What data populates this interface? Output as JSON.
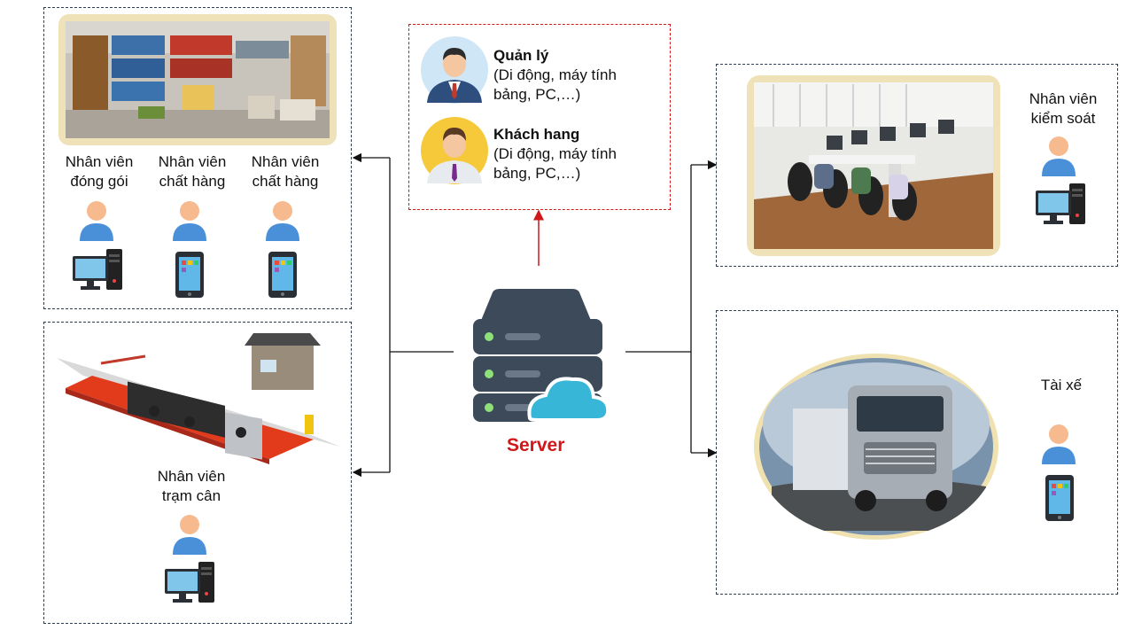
{
  "colors": {
    "server_label": "#d0181b",
    "manager_link": "#d0181b",
    "box_border": "#2f3d55",
    "person_head": "#f7b98e",
    "person_body": "#4a90d9",
    "server_body": "#3d4a5a",
    "cloud": "#37b6d8"
  },
  "server": {
    "label": "Server",
    "icon": "server-cloud-icon"
  },
  "roles_box": {
    "manager": {
      "title": "Quản lý",
      "detail": "(Di động, máy tính\nbảng, PC,…)"
    },
    "customer": {
      "title": "Khách hang",
      "detail": "(Di động, máy tính\nbảng, PC,…)"
    }
  },
  "warehouse_box": {
    "photo": "warehouse-photo",
    "staff": [
      {
        "label": "Nhân viên\nđóng gói",
        "device": "desktop-pc-icon"
      },
      {
        "label": "Nhân viên\nchất hàng",
        "device": "smartphone-icon"
      },
      {
        "label": "Nhân viên\nchất hàng",
        "device": "smartphone-icon"
      }
    ]
  },
  "weigh_box": {
    "photo": "weigh-station-truck-photo",
    "staff": {
      "label": "Nhân viên\ntrạm cân",
      "device": "desktop-pc-icon"
    }
  },
  "control_box": {
    "photo": "control-room-photo",
    "staff": {
      "label": "Nhân viên\nkiểm soát",
      "device": "desktop-pc-icon"
    }
  },
  "driver_box": {
    "photo": "truck-photo",
    "staff": {
      "label": "Tài xế",
      "device": "smartphone-icon"
    }
  }
}
